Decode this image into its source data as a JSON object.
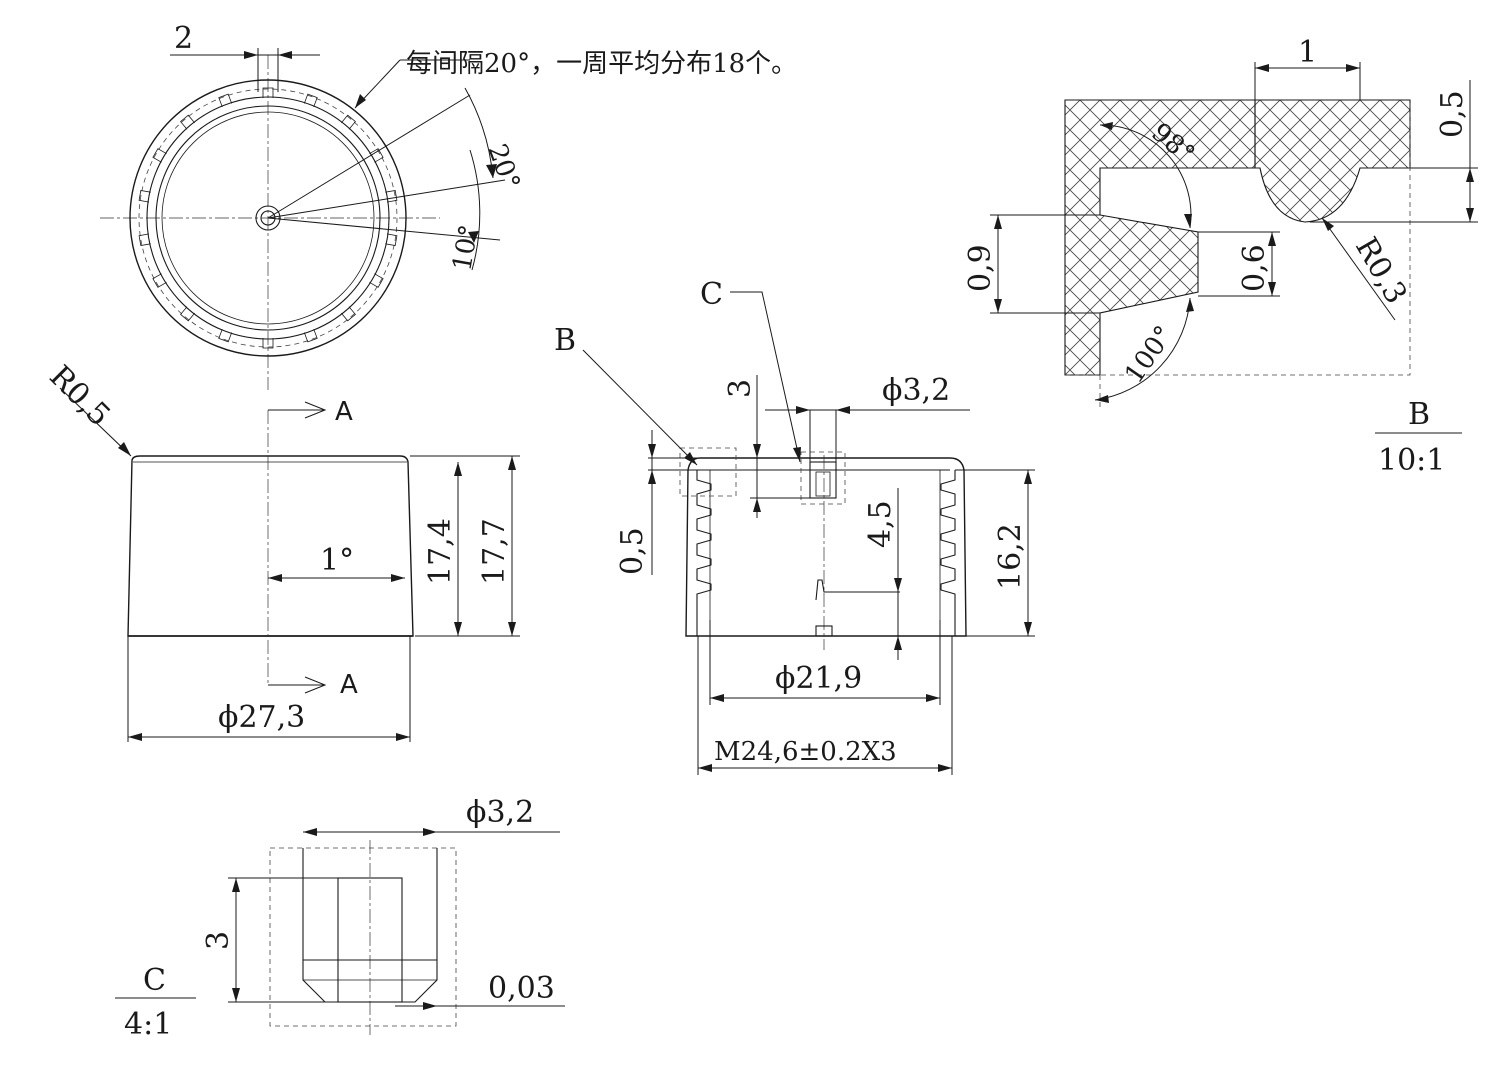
{
  "note": "每间隔20°，一周平均分布18个。",
  "top_view": {
    "dim_rib_width": "2",
    "angle_pitch": "20°",
    "angle_half": "10°"
  },
  "front_view": {
    "radius_edge": "R0,5",
    "section_label_top": "A",
    "section_label_bottom": "A",
    "draft_angle": "1°",
    "height_body": "17,4",
    "height_total": "17,7",
    "diameter": "ϕ27,3"
  },
  "section_view": {
    "detail_b_label": "B",
    "detail_c_label": "C",
    "dim_slot_depth": "3",
    "dim_slot_dia": "ϕ3,2",
    "dim_rim": "0,5",
    "dim_pin_height": "4,5",
    "dim_inner_height": "16,2",
    "dim_inner_dia": "ϕ21,9",
    "thread_spec": "M24,6±0.2X3"
  },
  "detail_b": {
    "dim_width": "1",
    "dim_top": "0,5",
    "angle_upper": "98°",
    "angle_lower": "100°",
    "dim_left": "0,9",
    "dim_tip": "0,6",
    "radius": "R0,3",
    "label": "B",
    "scale": "10:1"
  },
  "detail_c": {
    "dim_dia": "ϕ3,2",
    "dim_depth": "3",
    "dim_offset": "0,03",
    "label": "C",
    "scale": "4:1"
  }
}
